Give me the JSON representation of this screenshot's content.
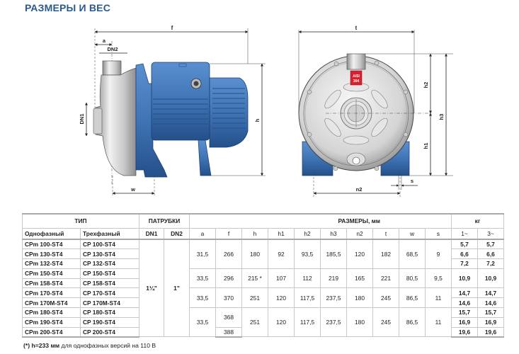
{
  "title": "РАЗМЕРЫ И ВЕС",
  "drawing": {
    "side_view_labels": {
      "f": "f",
      "a": "a",
      "dn2": "DN2",
      "dn1": "DN1",
      "h": "h",
      "w": "w"
    },
    "front_view_labels": {
      "t": "t",
      "h2": "h2",
      "h3": "h3",
      "h1": "h1",
      "n2": "n2",
      "s": "s"
    },
    "badge_line1": "AISI",
    "badge_line2": "304",
    "colors": {
      "pump_blue": "#3f74b5",
      "pump_blue_dark": "#24508a",
      "steel": "#d9d9d9",
      "steel_dark": "#9a9a9a",
      "badge_red": "#d8202e"
    }
  },
  "table": {
    "headers": {
      "type": "ТИП",
      "ports": "ПАТРУБКИ",
      "dims": "РАЗМЕРЫ, мм",
      "weight": "кг",
      "single_phase": "Однофазный",
      "three_phase": "Трехфазный",
      "dn1": "DN1",
      "dn2": "DN2",
      "a": "a",
      "f": "f",
      "h": "h",
      "h1": "h1",
      "h2": "h2",
      "h3": "h3",
      "n2": "n2",
      "t": "t",
      "w": "w",
      "s": "s",
      "kg1": "1~",
      "kg3": "3~"
    },
    "models": [
      {
        "single": "CPm 100-ST4",
        "three": "CP 100-ST4",
        "kg1": "5,7",
        "kg3": "5,7"
      },
      {
        "single": "CPm 130-ST4",
        "three": "CP 130-ST4",
        "kg1": "6,6",
        "kg3": "6,6"
      },
      {
        "single": "CPm 132-ST4",
        "three": "CP 132-ST4",
        "kg1": "7,2",
        "kg3": "7,2"
      },
      {
        "single": "CPm 150-ST4",
        "three": "CP 150-ST4",
        "kg1": "10,9",
        "kg3": "10,9"
      },
      {
        "single": "CPm 158-ST4",
        "three": "CP 158-ST4"
      },
      {
        "single": "CPm 170-ST4",
        "three": "CP 170-ST4",
        "kg1": "14,7",
        "kg3": "14,7"
      },
      {
        "single": "CPm 170M-ST4",
        "three": "CP 170M-ST4",
        "kg1": "14,6",
        "kg3": "14,6"
      },
      {
        "single": "CPm 180-ST4",
        "three": "CP 180-ST4",
        "kg1": "15,7",
        "kg3": "15,7"
      },
      {
        "single": "CPm 190-ST4",
        "three": "CP 190-ST4",
        "kg1": "16,9",
        "kg3": "16,9"
      },
      {
        "single": "CPm 200-ST4",
        "three": "CP 200-ST4",
        "kg1": "19,6",
        "kg3": "19,6"
      }
    ],
    "ports": {
      "dn1": "1¼\"",
      "dn2": "1\""
    },
    "groups": [
      {
        "a": "31,5",
        "f": "266",
        "h": "180",
        "h1": "92",
        "h2": "93,5",
        "h3": "185,5",
        "n2": "120",
        "t": "182",
        "w": "68,5",
        "s": "9"
      },
      {
        "a": "33,5",
        "f": "296",
        "h": "215 *",
        "h1": "107",
        "h2": "112",
        "h3": "219",
        "n2": "165",
        "t": "221",
        "w": "80,5",
        "s": "9,5"
      },
      {
        "a": "33,5",
        "f": "370",
        "h": "251",
        "h1": "120",
        "h2": "117,5",
        "h3": "237,5",
        "n2": "180",
        "t": "245",
        "w": "86,5",
        "s": "11"
      },
      {
        "a": "33,5",
        "f_top": "368",
        "f_bottom": "388",
        "h": "251",
        "h1": "120",
        "h2": "117,5",
        "h3": "237,5",
        "n2": "180",
        "t": "245",
        "w": "86,5",
        "s": "11"
      }
    ]
  },
  "footnote": {
    "bold": "(*) h=233 мм",
    "rest": " для однофазных версий на 110 В"
  }
}
